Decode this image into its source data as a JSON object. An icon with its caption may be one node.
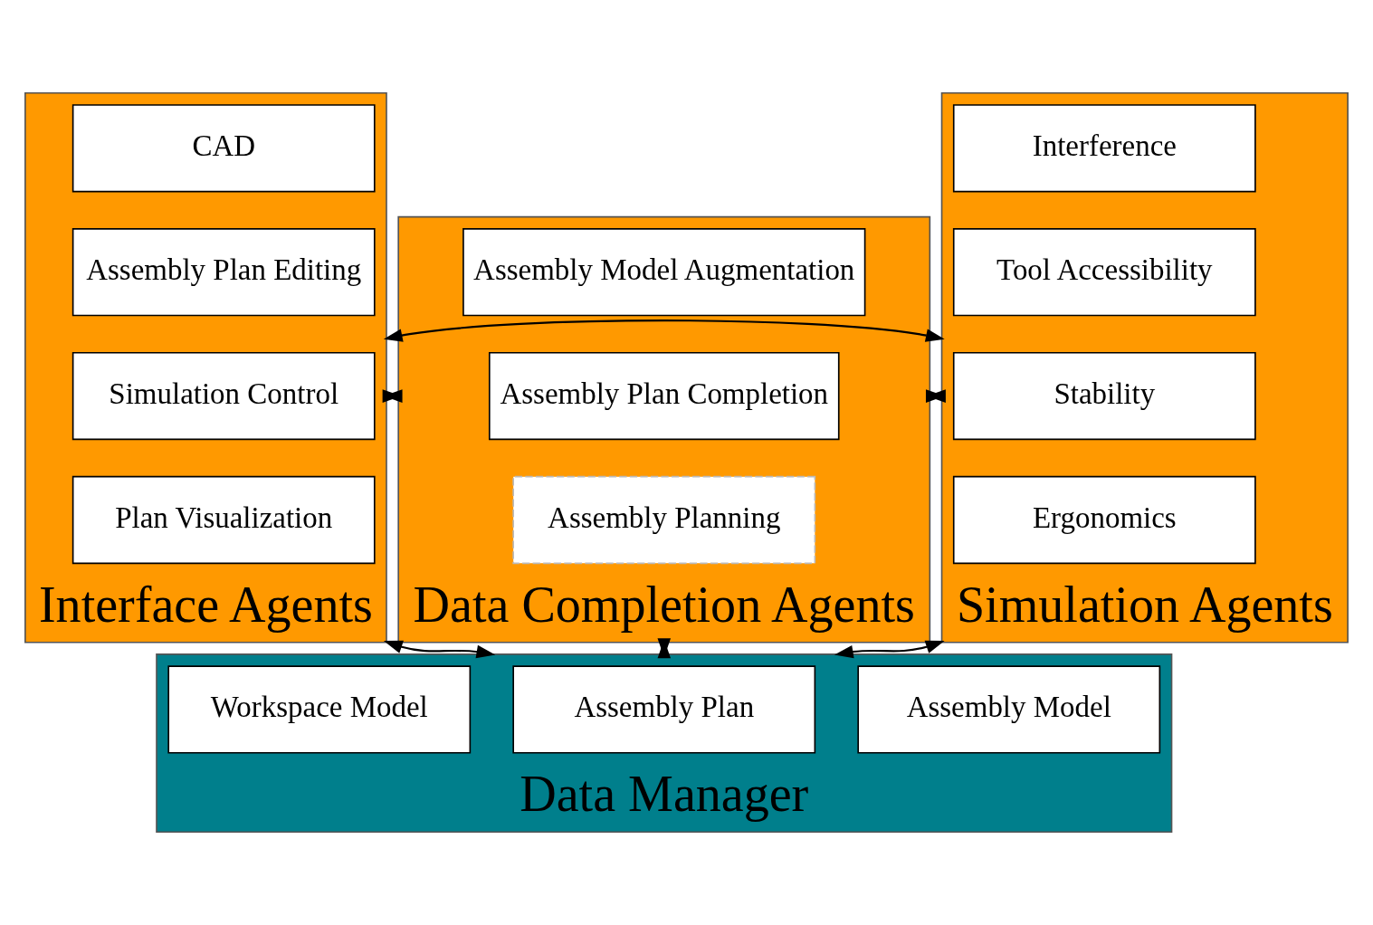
{
  "diagram": {
    "nodes": [
      {
        "text": [
          "Interface Agents"
        ]
      },
      {
        "text": [
          "CAD"
        ],
        "in": 0
      },
      {
        "text": [
          "Assembly Plan Editing"
        ],
        "in": 0
      },
      {
        "text": [
          "Simulation Control"
        ],
        "in": 0
      },
      {
        "text": [
          "Plan Visualization"
        ],
        "in": 0
      },
      {
        "text": [
          "Data Completion Agents"
        ]
      },
      {
        "text": [
          "Assembly Model Augmentation"
        ],
        "in": 5
      },
      {
        "text": [
          "Assembly Plan Completion"
        ],
        "in": 5
      },
      {
        "text": [
          "Assembly Planning"
        ],
        "in": 5
      },
      {
        "text": [
          "Simulation Agents"
        ]
      },
      {
        "text": [
          "Interference"
        ],
        "in": 9
      },
      {
        "text": [
          "Tool Accessibility"
        ],
        "in": 9
      },
      {
        "text": [
          "Stability"
        ],
        "in": 9
      },
      {
        "text": [
          "Ergonomics"
        ],
        "in": 9
      },
      {
        "text": [
          "Data Manager"
        ]
      },
      {
        "text": [
          "Assembly Model"
        ],
        "in": 14
      },
      {
        "text": [
          "Assembly Plan"
        ],
        "in": 14
      },
      {
        "text": [
          "Workspace Model"
        ],
        "in": 14
      }
    ],
    "edges": [
      {
        "from": 0,
        "to": 9,
        "arrow": "both"
      },
      {
        "from": 0,
        "to": 5,
        "arrow": "both"
      },
      {
        "from": 5,
        "to": 9,
        "arrow": "both"
      },
      {
        "from": 0,
        "to": 14,
        "arrow": "both"
      },
      {
        "from": 5,
        "to": 14,
        "arrow": "both"
      },
      {
        "from": 9,
        "to": 14,
        "arrow": "both"
      }
    ]
  }
}
